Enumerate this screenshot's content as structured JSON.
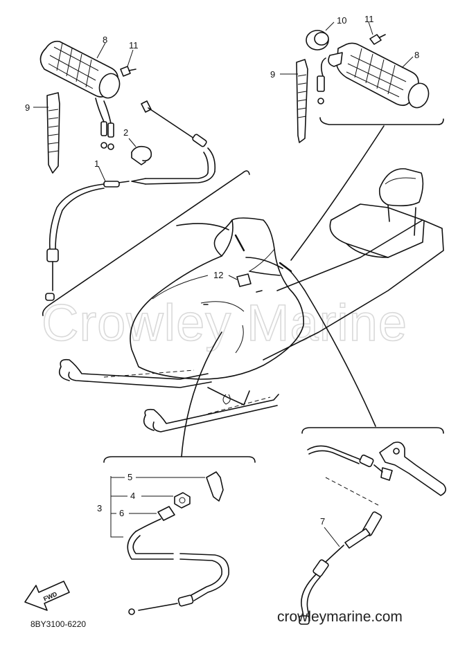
{
  "watermark": "Crowley Marine",
  "site": "crowleymarine.com",
  "diagram_code": "8BY3100-6220",
  "fwd_label": "FWD",
  "callouts": {
    "c1": "1",
    "c2": "2",
    "c3": "3",
    "c4": "4",
    "c5": "5",
    "c6": "6",
    "c7": "7",
    "c8_left": "8",
    "c8_right": "8",
    "c9_left": "9",
    "c9_right": "9",
    "c10": "10",
    "c11_left": "11",
    "c11_right": "11",
    "c12": "12"
  }
}
